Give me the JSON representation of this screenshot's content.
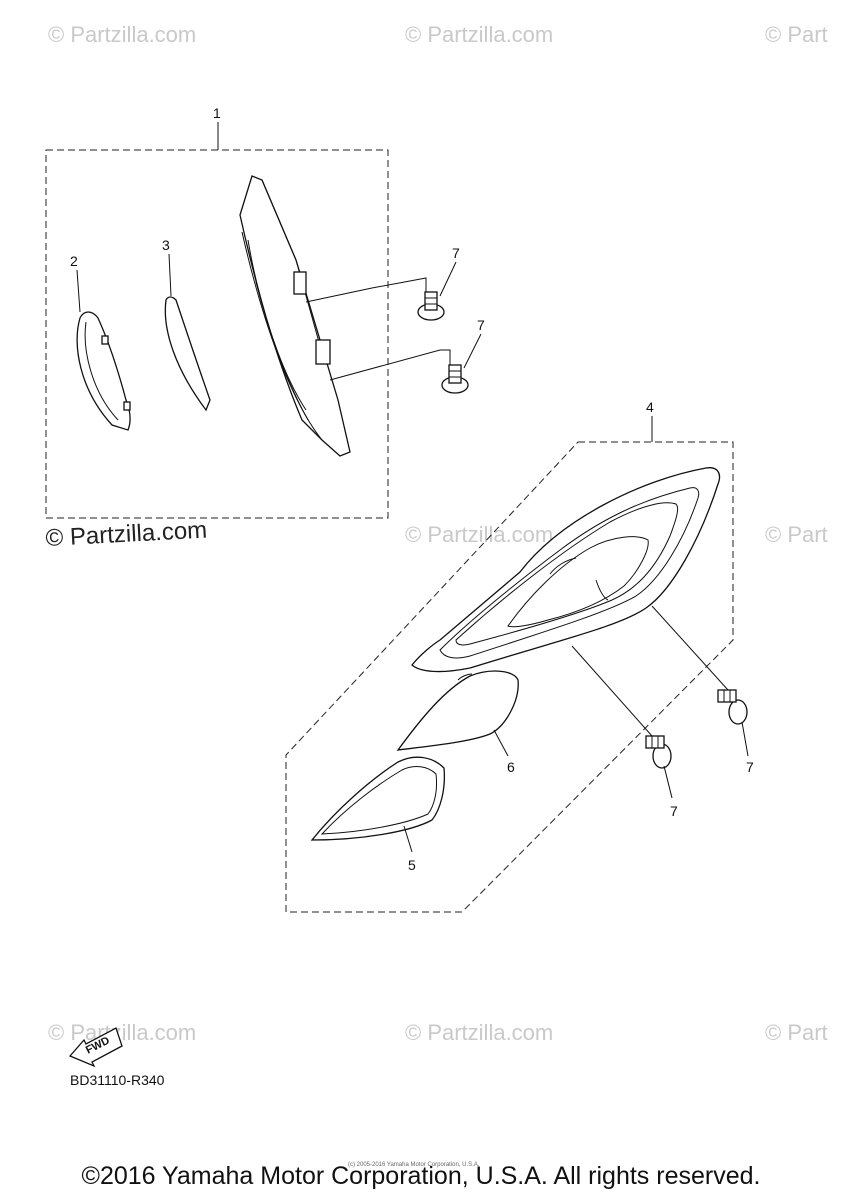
{
  "watermarks": {
    "text": "© Partzilla.com",
    "partial_text": "© Part"
  },
  "callouts": {
    "c1": "1",
    "c2": "2",
    "c3": "3",
    "c4": "4",
    "c5": "5",
    "c6": "6",
    "c7": "7"
  },
  "fwd_label": "FWD",
  "diagram_code": "BD31110-R340",
  "copyright_small": "(c) 2005-2016 Yamaha Motor Corporation, U.S.A.",
  "copyright": "©2016 Yamaha Motor Corporation, U.S.A. All rights reserved."
}
